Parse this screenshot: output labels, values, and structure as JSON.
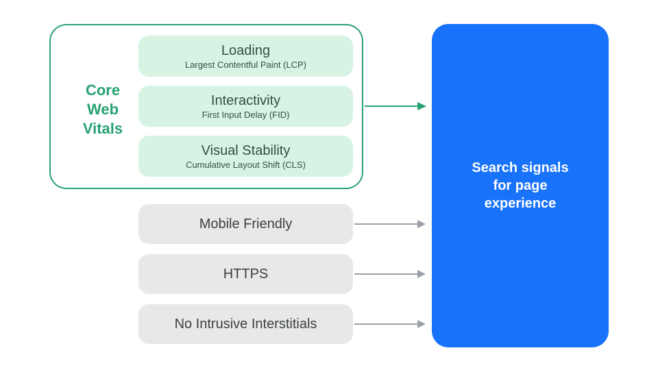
{
  "colors": {
    "teal": "#27A172",
    "mint": "#D7F3E4",
    "mint_text": "#344F47",
    "gray_pill": "#E8E8E8",
    "gray_text": "#3C4043",
    "arrow_gray": "#9AA0A6",
    "blue": "#1973FA",
    "white": "#FFFFFF"
  },
  "core_web_vitals": {
    "label_lines": [
      "Core",
      "Web",
      "Vitals"
    ],
    "items": [
      {
        "title": "Loading",
        "subtitle": "Largest Contentful Paint (LCP)"
      },
      {
        "title": "Interactivity",
        "subtitle": "First Input Delay (FID)"
      },
      {
        "title": "Visual Stability",
        "subtitle": "Cumulative Layout Shift (CLS)"
      }
    ]
  },
  "other_signals": [
    {
      "label": "Mobile Friendly"
    },
    {
      "label": "HTTPS"
    },
    {
      "label": "No Intrusive Interstitials"
    }
  ],
  "result_box": {
    "lines": [
      "Search signals",
      "for page",
      "experience"
    ]
  }
}
